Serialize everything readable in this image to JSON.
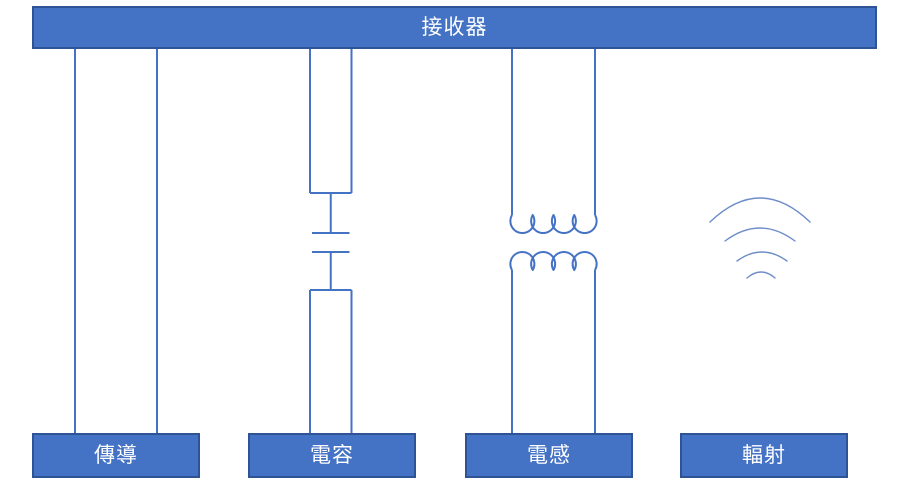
{
  "diagram": {
    "receiver": {
      "label": "接收器"
    },
    "coupling_paths": [
      {
        "id": "conduction",
        "label": "傳導",
        "symbol": "parallel-wires"
      },
      {
        "id": "capacitive",
        "label": "電容",
        "symbol": "capacitor-symbol"
      },
      {
        "id": "inductive",
        "label": "電感",
        "symbol": "transformer-coil-symbol"
      },
      {
        "id": "radiative",
        "label": "輻射",
        "symbol": "radio-waves-icon"
      }
    ]
  },
  "colors": {
    "box_fill": "#4472C4",
    "box_border": "#2F5496",
    "connector_line": "#4472C4",
    "wave_line": "#6E8DC9",
    "label_text": "#FFFFFF",
    "background": "#FFFFFF"
  }
}
